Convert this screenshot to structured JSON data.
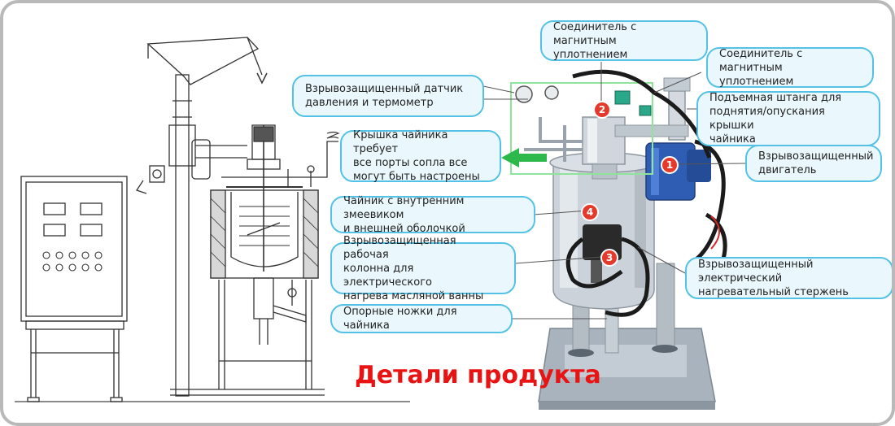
{
  "title": "Детали продукта",
  "colors": {
    "callout_border": "#54c2e6",
    "callout_fill": "#eaf8fd",
    "title": "#e81313",
    "badge": "#e53a2b",
    "arrow": "#2db84c"
  },
  "callouts": {
    "magnet_top": "Соединитель с магнитным\nуплотнением",
    "magnet_right": "Соединитель с магнитным\nуплотнением",
    "sensor": "Взрывозащищенный датчик\nдавления и термометр",
    "lift": "Подъемная штанга для\nподнятия/опускания крышки\nчайника",
    "lid": "Крышка чайника требует\nвсе порты сопла все\nмогут быть настроены",
    "motor": "Взрывозащищенный\nдвигатель",
    "kettle": "Чайник с внутренним змеевиком\nи внешней оболочкой",
    "column": "Взрывозащищенная рабочая\nколонна для электрического\nнагрева масляной ванны",
    "heater": "Взрывозащищенный электрический\nнагревательный стержень",
    "legs": "Опорные ножки для чайника"
  },
  "badges": {
    "b1": "1",
    "b2": "2",
    "b3": "3",
    "b4": "4"
  }
}
